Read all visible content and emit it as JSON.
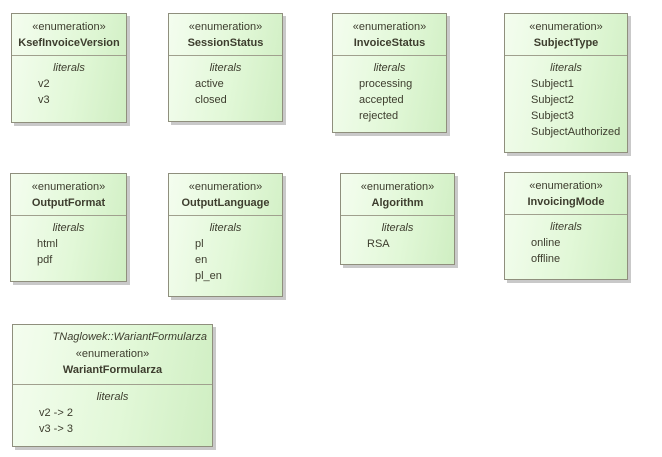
{
  "boxes": [
    {
      "stereotype": "«enumeration»",
      "name": "KsefInvoiceVersion",
      "literals_label": "literals",
      "literals": [
        "v2",
        "v3"
      ]
    },
    {
      "stereotype": "«enumeration»",
      "name": "SessionStatus",
      "literals_label": "literals",
      "literals": [
        "active",
        "closed"
      ]
    },
    {
      "stereotype": "«enumeration»",
      "name": "InvoiceStatus",
      "literals_label": "literals",
      "literals": [
        "processing",
        "accepted",
        "rejected"
      ]
    },
    {
      "stereotype": "«enumeration»",
      "name": "SubjectType",
      "literals_label": "literals",
      "literals": [
        "Subject1",
        "Subject2",
        "Subject3",
        "SubjectAuthorized"
      ]
    },
    {
      "stereotype": "«enumeration»",
      "name": "OutputFormat",
      "literals_label": "literals",
      "literals": [
        "html",
        "pdf"
      ]
    },
    {
      "stereotype": "«enumeration»",
      "name": "OutputLanguage",
      "literals_label": "literals",
      "literals": [
        "pl",
        "en",
        "pl_en"
      ]
    },
    {
      "stereotype": "«enumeration»",
      "name": "Algorithm",
      "literals_label": "literals",
      "literals": [
        "RSA"
      ]
    },
    {
      "stereotype": "«enumeration»",
      "name": "InvoicingMode",
      "literals_label": "literals",
      "literals": [
        "online",
        "offline"
      ]
    },
    {
      "qualifier": "TNaglowek::WariantFormularza",
      "stereotype": "«enumeration»",
      "name": "WariantFormularza",
      "literals_label": "literals",
      "literals": [
        "v2 -> 2",
        "v3 -> 3"
      ]
    }
  ]
}
